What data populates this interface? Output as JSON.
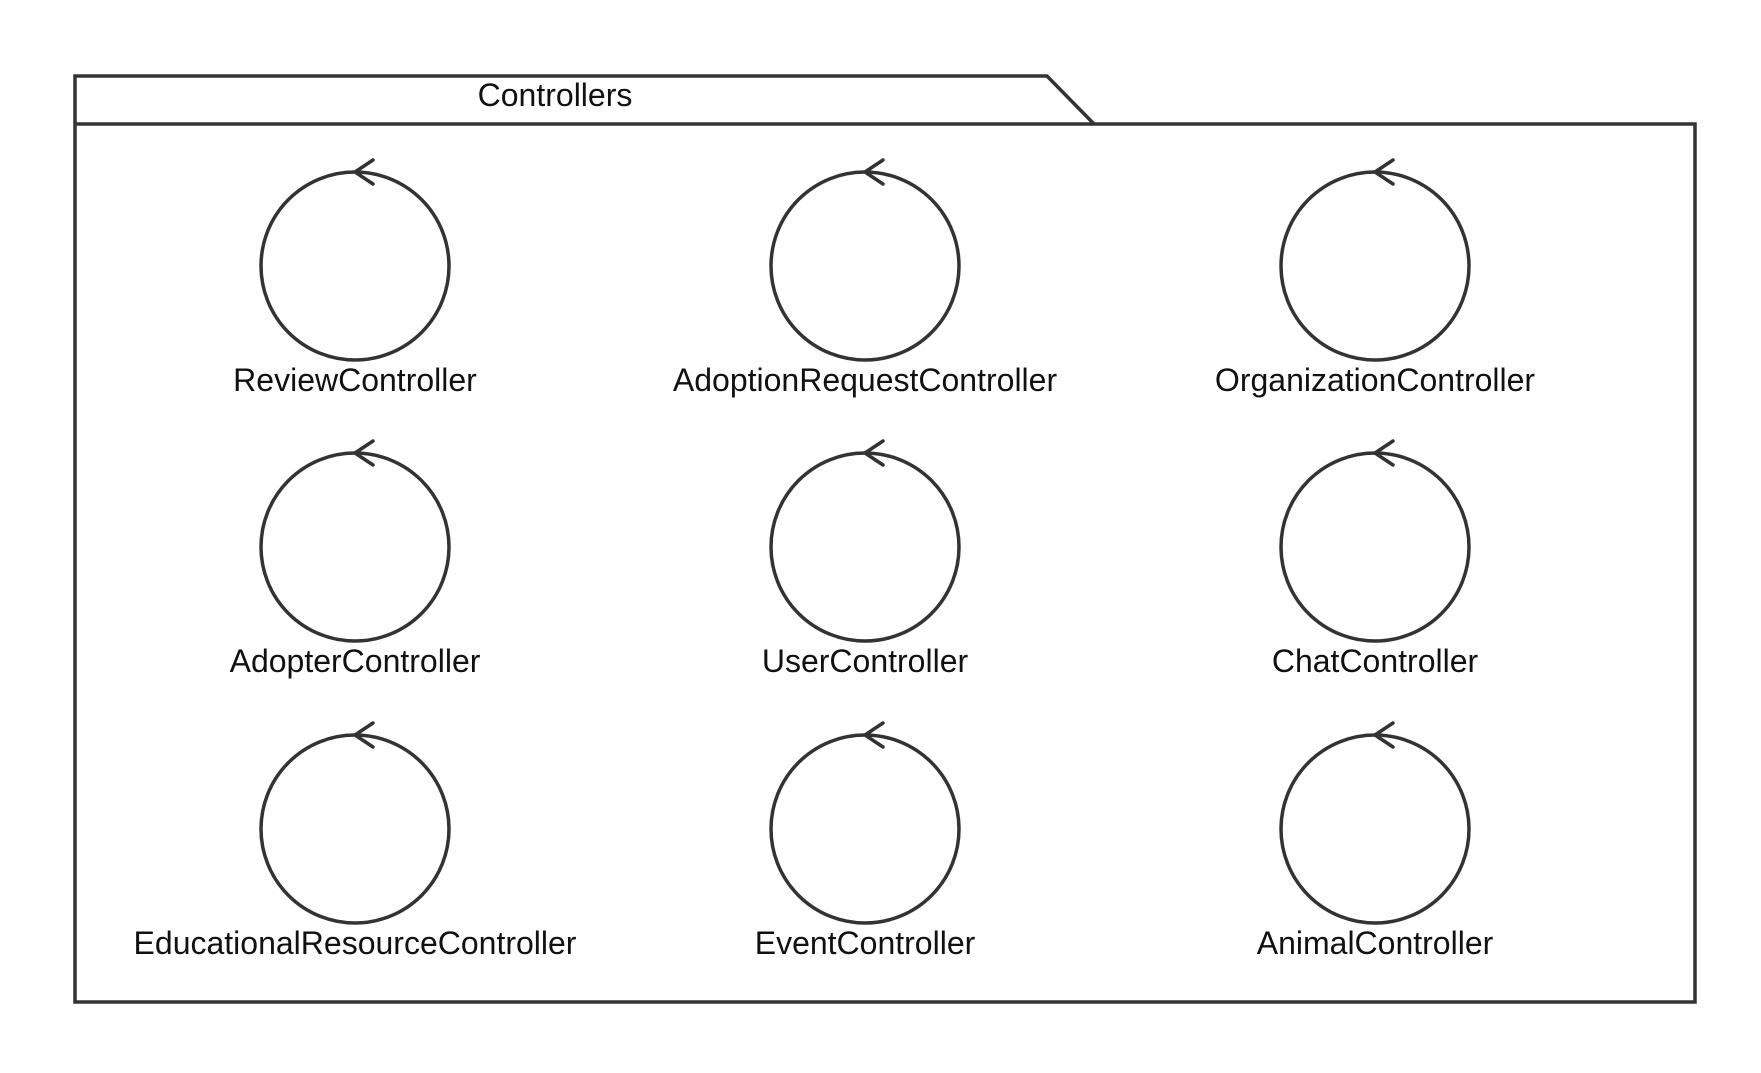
{
  "package": {
    "title": "Controllers"
  },
  "controllers": [
    {
      "label": "ReviewController"
    },
    {
      "label": "AdoptionRequestController"
    },
    {
      "label": "OrganizationController"
    },
    {
      "label": "AdopterController"
    },
    {
      "label": "UserController"
    },
    {
      "label": "ChatController"
    },
    {
      "label": "EducationalResourceController"
    },
    {
      "label": "EventController"
    },
    {
      "label": "AnimalController"
    }
  ],
  "colors": {
    "stroke": "#333333",
    "text": "#111111",
    "background": "#ffffff"
  },
  "icons": {
    "controller": "uml-control-circle-icon"
  }
}
